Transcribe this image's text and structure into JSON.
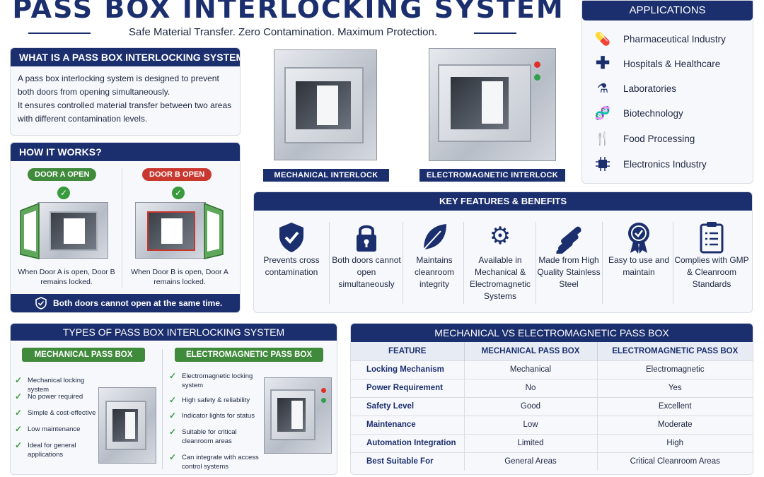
{
  "header": {
    "title": "PASS BOX INTERLOCKING SYSTEM",
    "subtitle": "Safe Material Transfer. Zero Contamination. Maximum Protection."
  },
  "what_is": {
    "heading": "WHAT IS A PASS BOX INTERLOCKING SYSTEM?",
    "paragraph1": "A pass box interlocking system is designed to prevent both doors from opening simultaneously.",
    "paragraph2": "It ensures controlled material transfer between two areas with different contamination levels."
  },
  "how_it_works": {
    "heading": "HOW IT WORKS?",
    "door_a": {
      "badge": "DOOR A OPEN",
      "caption": "When Door A is open, Door B remains locked.",
      "color": "#3f8a3b"
    },
    "door_b": {
      "badge": "DOOR B OPEN",
      "caption": "When Door B is open, Door A remains locked.",
      "color": "#c8382f"
    },
    "footer": "Both doors cannot open at the same time."
  },
  "products": {
    "mechanical_label": "MECHANICAL INTERLOCK",
    "electromagnetic_label": "ELECTROMAGNETIC INTERLOCK"
  },
  "applications": {
    "heading": "APPLICATIONS",
    "items": [
      {
        "icon": "capsule-icon",
        "label": "Pharmaceutical Industry"
      },
      {
        "icon": "medical-cross-icon",
        "label": "Hospitals & Healthcare"
      },
      {
        "icon": "flask-icon",
        "label": "Laboratories"
      },
      {
        "icon": "dna-icon",
        "label": "Biotechnology"
      },
      {
        "icon": "fork-knife-icon",
        "label": "Food Processing"
      },
      {
        "icon": "chip-icon",
        "label": "Electronics Industry"
      }
    ]
  },
  "features": {
    "heading": "KEY FEATURES & BENEFITS",
    "items": [
      {
        "icon": "shield-check-icon",
        "text": "Prevents cross contamination"
      },
      {
        "icon": "padlock-icon",
        "text": "Both doors cannot open simultaneously"
      },
      {
        "icon": "leaf-icon",
        "text": "Maintains cleanroom integrity"
      },
      {
        "icon": "gear-icon",
        "text": "Available in Mechanical & Electromagnetic Systems"
      },
      {
        "icon": "steel-pipes-icon",
        "text": "Made from High Quality Stainless Steel"
      },
      {
        "icon": "award-badge-icon",
        "text": "Easy to use and maintain"
      },
      {
        "icon": "checklist-icon",
        "text": "Complies with GMP & Cleanroom Standards"
      }
    ]
  },
  "types": {
    "heading": "TYPES OF PASS BOX INTERLOCKING SYSTEM",
    "mechanical": {
      "label": "MECHANICAL PASS BOX",
      "bullets": [
        "Mechanical locking system",
        "No power required",
        "Simple & cost-effective",
        "Low maintenance",
        "Ideal for general applications"
      ]
    },
    "electromagnetic": {
      "label": "ELECTROMAGNETIC PASS BOX",
      "bullets": [
        "Electromagnetic locking system",
        "High safety & reliability",
        "Indicator lights for status",
        "Suitable for critical cleanroom areas",
        "Can integrate with access control systems"
      ]
    }
  },
  "comparison": {
    "heading": "MECHANICAL VS ELECTROMAGNETIC PASS BOX",
    "columns": [
      "FEATURE",
      "MECHANICAL PASS BOX",
      "ELECTROMAGNETIC PASS BOX"
    ],
    "rows": [
      [
        "Locking Mechanism",
        "Mechanical",
        "Electromagnetic"
      ],
      [
        "Power Requirement",
        "No",
        "Yes"
      ],
      [
        "Safety Level",
        "Good",
        "Excellent"
      ],
      [
        "Maintenance",
        "Low",
        "Moderate"
      ],
      [
        "Automation Integration",
        "Limited",
        "High"
      ],
      [
        "Best Suitable For",
        "General Areas",
        "Critical Cleanroom Areas"
      ]
    ]
  },
  "colors": {
    "navy": "#1b2f6e",
    "green": "#3f8a3b",
    "red": "#c8382f"
  }
}
